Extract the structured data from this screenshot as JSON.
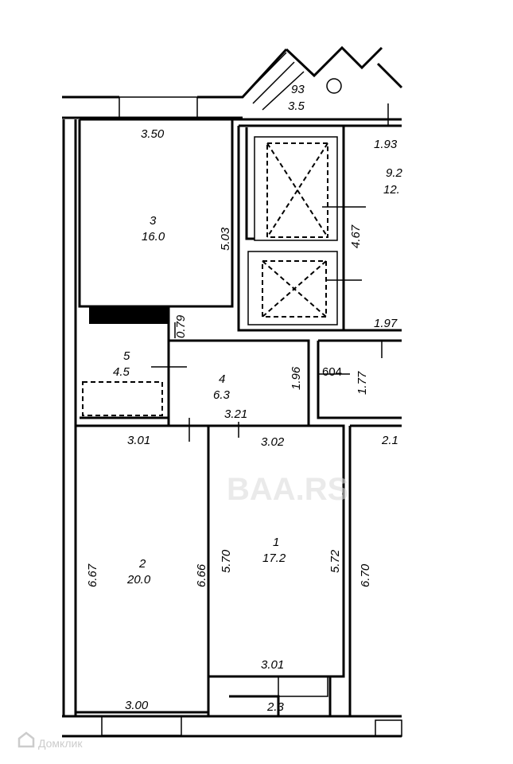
{
  "rooms": [
    {
      "number": "3",
      "area": "16.0"
    },
    {
      "number": "5",
      "area": "4.5"
    },
    {
      "number": "4",
      "area": "6.3"
    },
    {
      "number": "2",
      "area": "20.0"
    },
    {
      "number": "1",
      "area": "17.2"
    },
    {
      "number": "93",
      "area": "3.5"
    },
    {
      "number": "9.2",
      "area": "12."
    },
    {
      "number": "",
      "area": "2.3"
    }
  ],
  "dimensions": {
    "d350": "3.50",
    "d503": "5.03",
    "d079": "0.79",
    "d467": "4.67",
    "d193": "1.93",
    "d197": "1.97",
    "d196": "1.96",
    "d604": "604",
    "d177": "1.77",
    "d321": "3.21",
    "d301": "3.01",
    "d302": "3.02",
    "d21": "2.1",
    "d667": "6.67",
    "d666": "6.66",
    "d570": "5.70",
    "d572": "5.72",
    "d670": "6.70",
    "d301b": "3.01",
    "d300": "3.00"
  },
  "watermark": "BAA.RS",
  "logo": "Домклик"
}
